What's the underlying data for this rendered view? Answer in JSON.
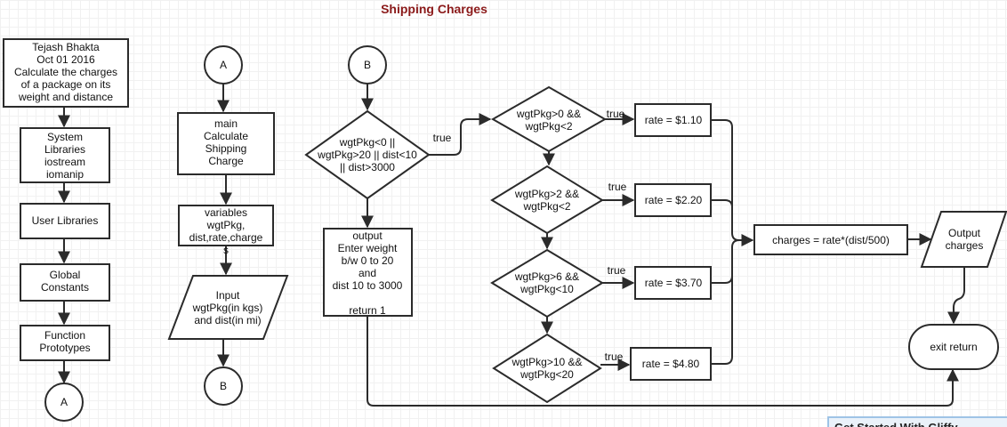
{
  "title": "Shipping Charges",
  "banner_text": "Get Started With Gliffy",
  "nodes": {
    "author": [
      "Tejash Bhakta",
      "Oct 01 2016",
      "Calculate the charges",
      "of a package on its",
      "weight and distance"
    ],
    "sys_libs": [
      "System",
      "Libraries",
      "iostream",
      "iomanip"
    ],
    "user_libs": [
      "User Libraries"
    ],
    "global_consts": [
      "Global",
      "Constants"
    ],
    "func_protos": [
      "Function",
      "Prototypes"
    ],
    "connector_a1": [
      "A"
    ],
    "connector_a2": [
      "A"
    ],
    "main_box": [
      "main",
      "Calculate",
      "Shipping",
      "Charge"
    ],
    "variables": [
      "variables",
      "wgtPkg,",
      "dist,rate,charge",
      "s"
    ],
    "input": [
      "Input",
      "wgtPkg(in kgs)",
      "and dist(in mi)"
    ],
    "connector_b1": [
      "B"
    ],
    "connector_b2": [
      "B"
    ],
    "validate": [
      "wgtPkg<0 ||",
      "wgtPkg>20 || dist<10",
      "|| dist>3000"
    ],
    "error_output": [
      "output",
      "Enter weight",
      "b/w 0 to 20",
      "and",
      "dist 10 to 3000",
      "",
      "return 1"
    ],
    "cond1": [
      "wgtPkg>0 &&",
      "wgtPkg<2"
    ],
    "cond2": [
      "wgtPkg>2 &&",
      "wgtPkg<2"
    ],
    "cond3": [
      "wgtPkg>6 &&",
      "wgtPkg<10"
    ],
    "cond4": [
      "wgtPkg>10 &&",
      "wgtPkg<20"
    ],
    "rate1": [
      "rate = $1.10"
    ],
    "rate2": [
      "rate = $2.20"
    ],
    "rate3": [
      "rate = $3.70"
    ],
    "rate4": [
      "rate = $4.80"
    ],
    "charges": [
      "charges = rate*(dist/500)"
    ],
    "output_charges": [
      "Output",
      "charges"
    ],
    "exit_return": [
      "exit return"
    ]
  },
  "edge_labels": {
    "validate_true": "true",
    "cond1_true": "true",
    "cond2_true": "true",
    "cond3_true": "true",
    "cond4_true": "true"
  }
}
